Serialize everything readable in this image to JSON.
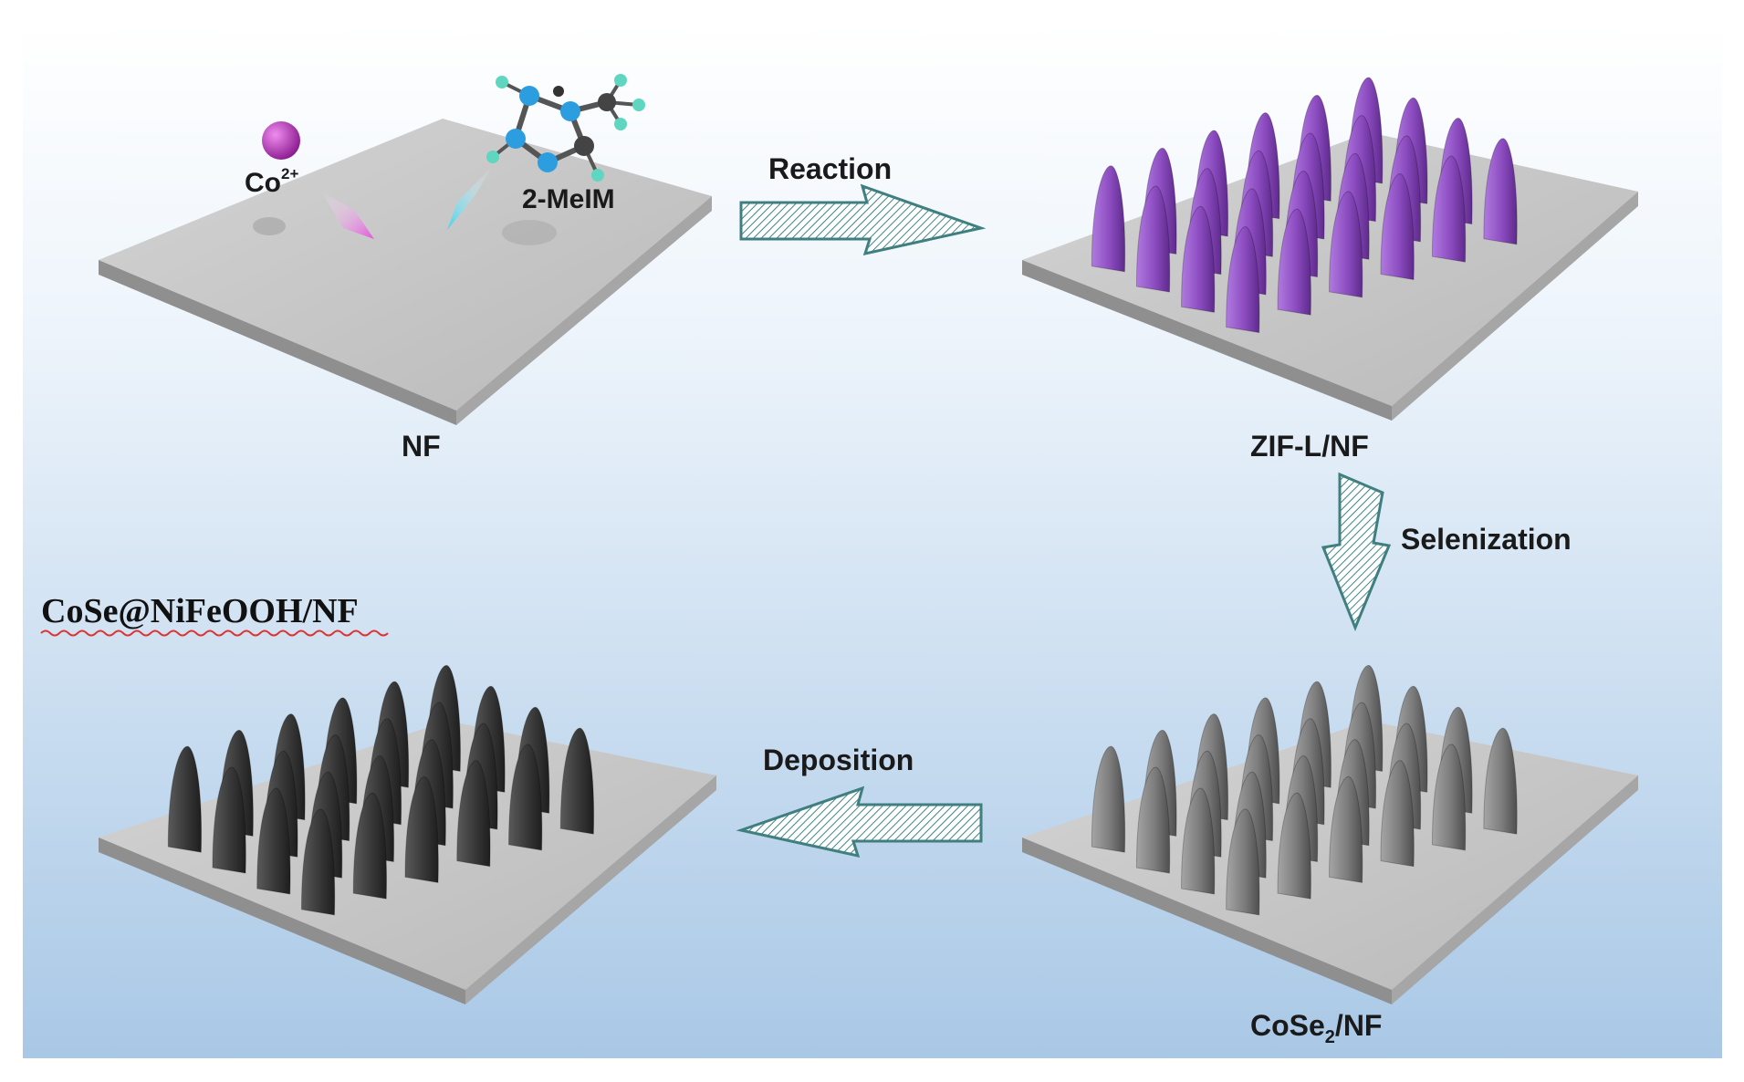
{
  "labels": {
    "co_ion": "Co",
    "co_charge": "2+",
    "ligand": "2-MeIM",
    "nf": "NF",
    "zif": "ZIF-L/NF",
    "cose2_prefix": "CoSe",
    "cose2_sub": "2",
    "cose2_suffix": "/NF",
    "product": "CoSe@NiFeOOH/NF"
  },
  "arrows": {
    "reaction": "Reaction",
    "selenization": "Selenization",
    "deposition": "Deposition"
  },
  "colors": {
    "background_top": "#ffffff",
    "background_bottom": "#a9c8e6",
    "substrate": "#c9c9c9",
    "zif_spike": "#8e4fc2",
    "cose2_spike": "#7a7a7a",
    "product_spike": "#3a3a3a",
    "arrow": "#4a8a8a",
    "co_ion": "#b02fb5",
    "ligand_n": "#2c9ee0",
    "ligand_c": "#444444",
    "ligand_h": "#5fd6c0"
  }
}
